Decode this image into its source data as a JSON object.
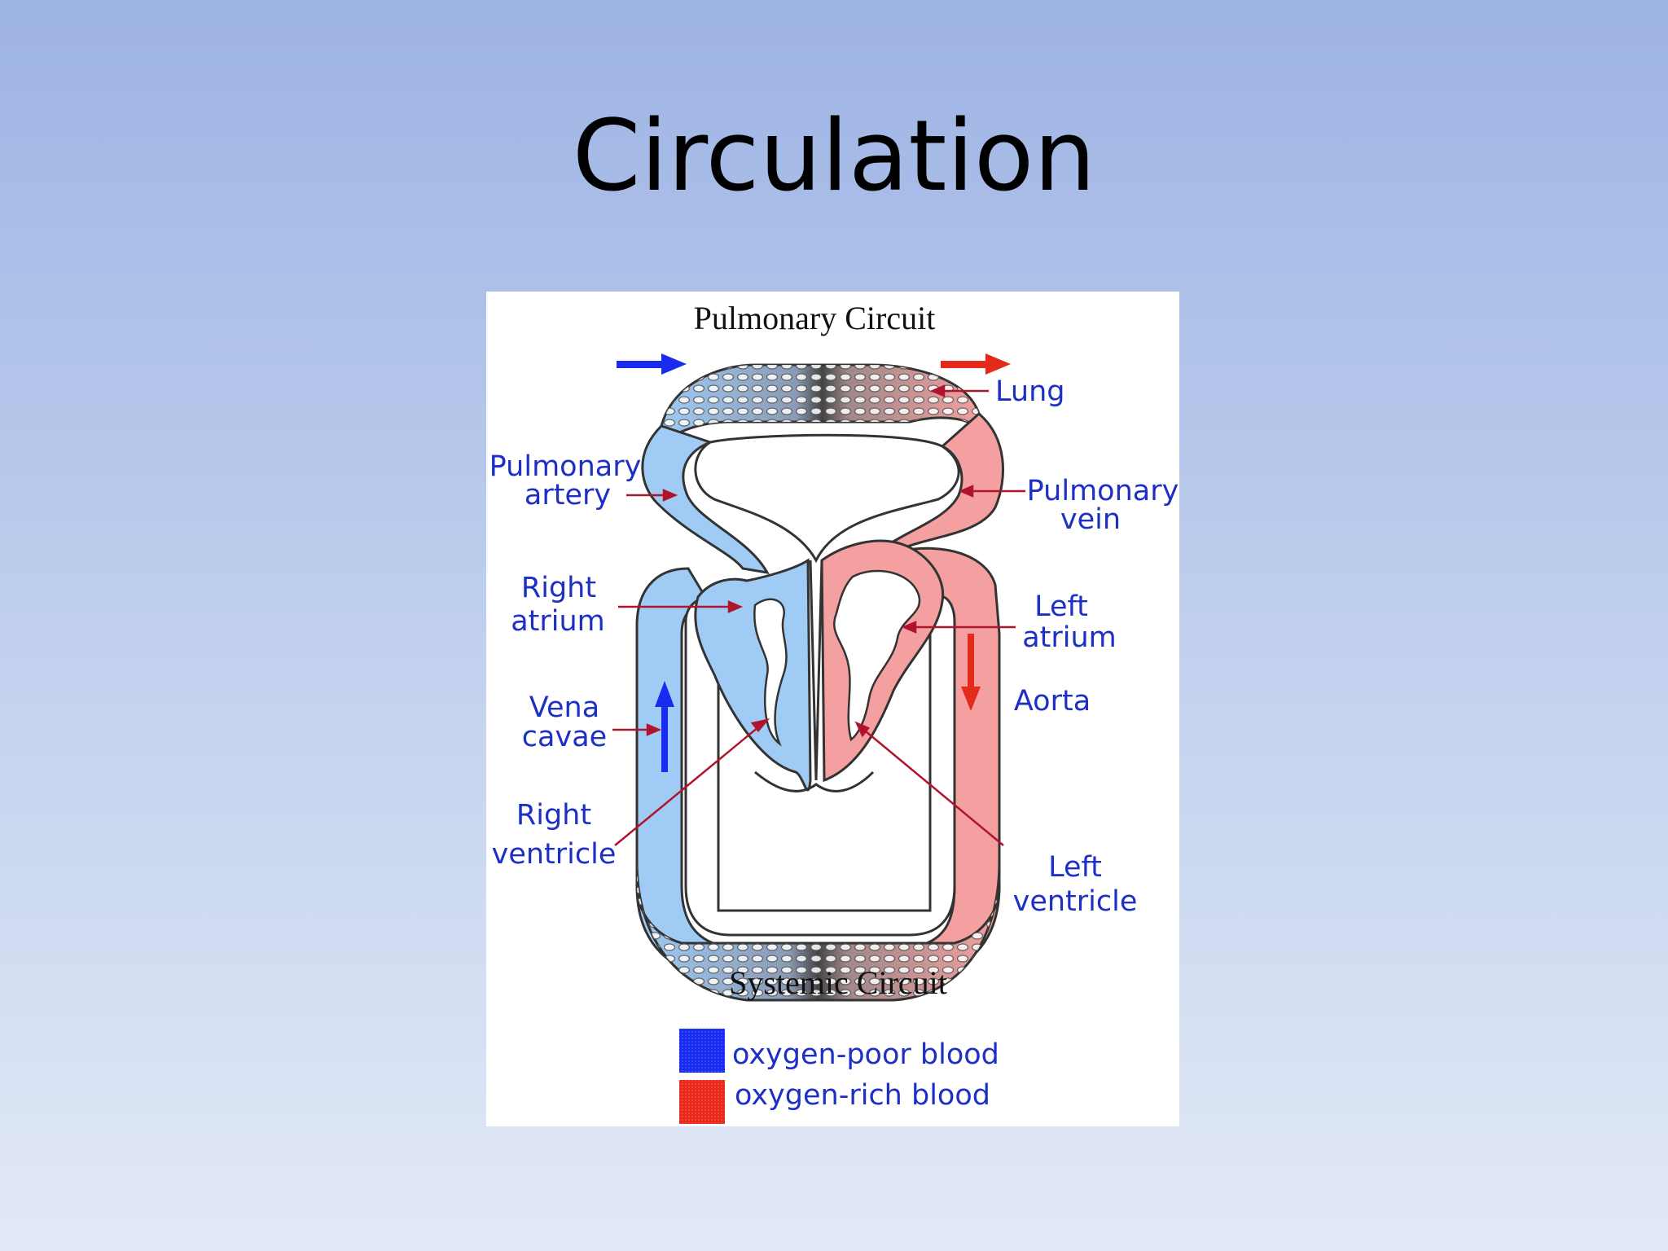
{
  "slide": {
    "title": "Circulation"
  },
  "diagram": {
    "pulmonary_circuit": "Pulmonary Circuit",
    "systemic_circuit": "Systemic Circuit",
    "labels": {
      "lung": "Lung",
      "pulmonary_artery": [
        "Pulmonary",
        "artery"
      ],
      "pulmonary_vein": [
        "Pulmonary",
        "vein"
      ],
      "right_atrium": [
        "Right",
        "atrium"
      ],
      "left_atrium": [
        "Left",
        "atrium"
      ],
      "vena_cavae": [
        "Vena",
        "cavae"
      ],
      "aorta": "Aorta",
      "right_ventricle": [
        "Right",
        "ventricle"
      ],
      "left_ventricle": [
        "Left",
        "ventricle"
      ]
    },
    "legend": [
      {
        "label": "oxygen-poor blood",
        "color": "#1a2bf0"
      },
      {
        "label": "oxygen-rich blood",
        "color": "#e42a1a"
      }
    ],
    "colors": {
      "oxygen_poor_fill": "#9fcbf4",
      "oxygen_rich_fill": "#f4a0a0",
      "label_text": "#1d2fc4",
      "pointer": "#b0142c",
      "blue_arrow": "#1a2bf0",
      "red_arrow": "#e42a1a"
    }
  }
}
